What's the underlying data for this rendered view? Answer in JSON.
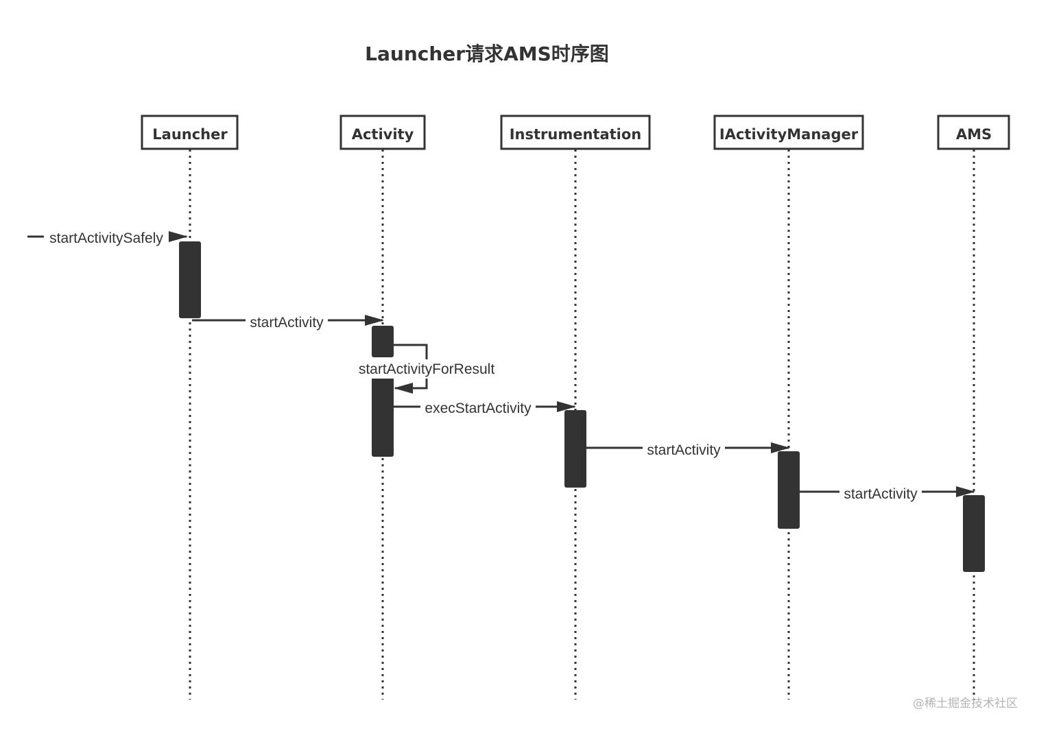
{
  "diagram": {
    "title": "Launcher请求AMS时序图",
    "colors": {
      "ink": "#333333",
      "bar": "#333333",
      "background": "#ffffff",
      "watermark": "#b4b4b4"
    },
    "actors": [
      {
        "id": "launcher",
        "label": "Launcher"
      },
      {
        "id": "activity",
        "label": "Activity"
      },
      {
        "id": "instrumentation",
        "label": "Instrumentation"
      },
      {
        "id": "iactivitymanager",
        "label": "IActivityManager"
      },
      {
        "id": "ams",
        "label": "AMS"
      }
    ],
    "messages": [
      {
        "from": "",
        "to": "launcher",
        "label": "startActivitySafely"
      },
      {
        "from": "launcher",
        "to": "activity",
        "label": "startActivity"
      },
      {
        "from": "activity",
        "to": "activity",
        "label": "startActivityForResult"
      },
      {
        "from": "activity",
        "to": "instrumentation",
        "label": "execStartActivity"
      },
      {
        "from": "instrumentation",
        "to": "iactivitymanager",
        "label": "startActivity"
      },
      {
        "from": "iactivitymanager",
        "to": "ams",
        "label": "startActivity"
      }
    ],
    "watermark": "@稀土掘金技术社区"
  }
}
